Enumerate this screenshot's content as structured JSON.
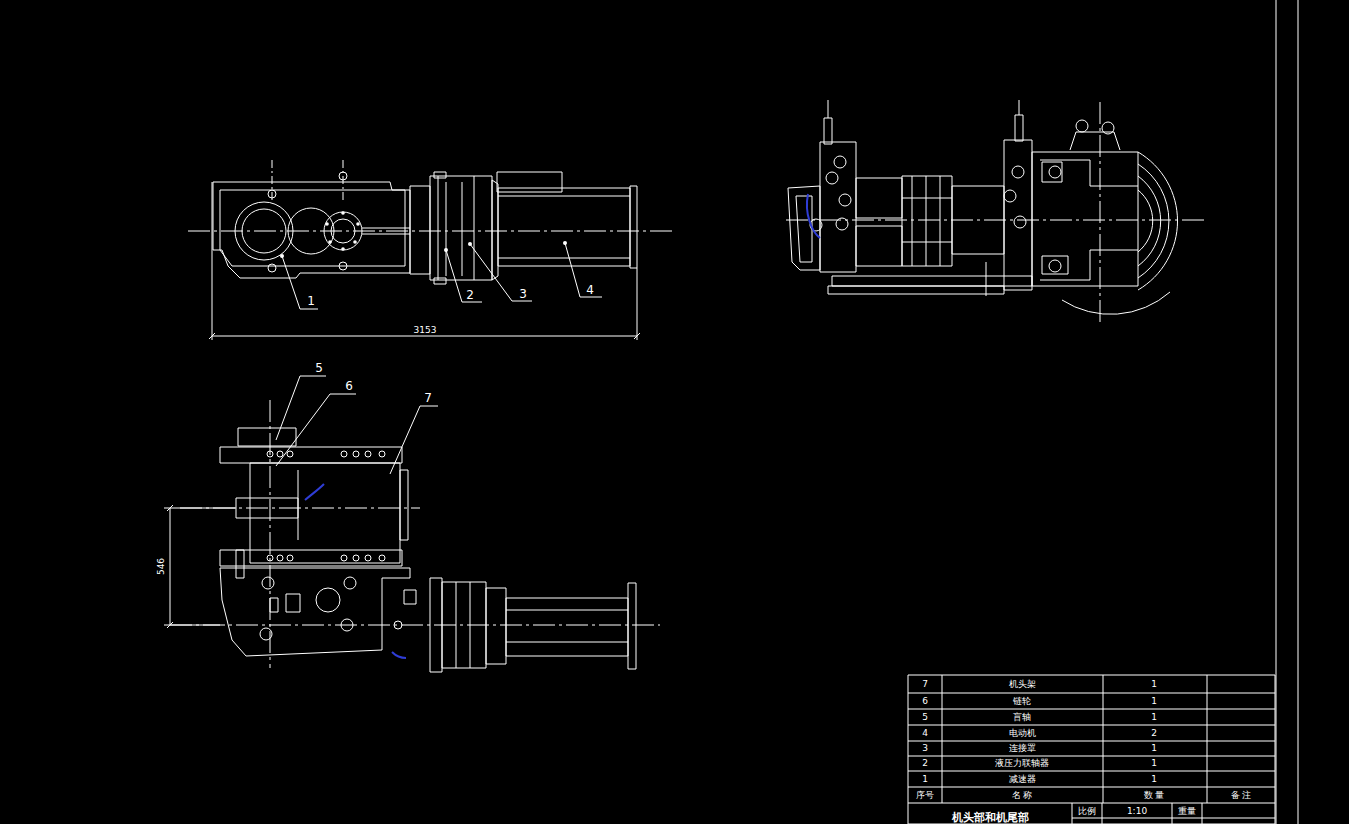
{
  "diagram": {
    "title": "机头部和机尾部",
    "labels": [
      "1",
      "2",
      "3",
      "4",
      "5",
      "6",
      "7",
      "3153",
      "546",
      "7",
      "机头架",
      "1",
      "6",
      "链轮",
      "1",
      "5",
      "盲轴",
      "1",
      "4",
      "电动机",
      "2",
      "3",
      "连接罩",
      "1",
      "2",
      "液压力联轴器",
      "1",
      "1",
      "减速器",
      "1",
      "序号",
      "名 称",
      "数 量",
      "备 注",
      "比例",
      "1:10",
      "重量"
    ]
  }
}
